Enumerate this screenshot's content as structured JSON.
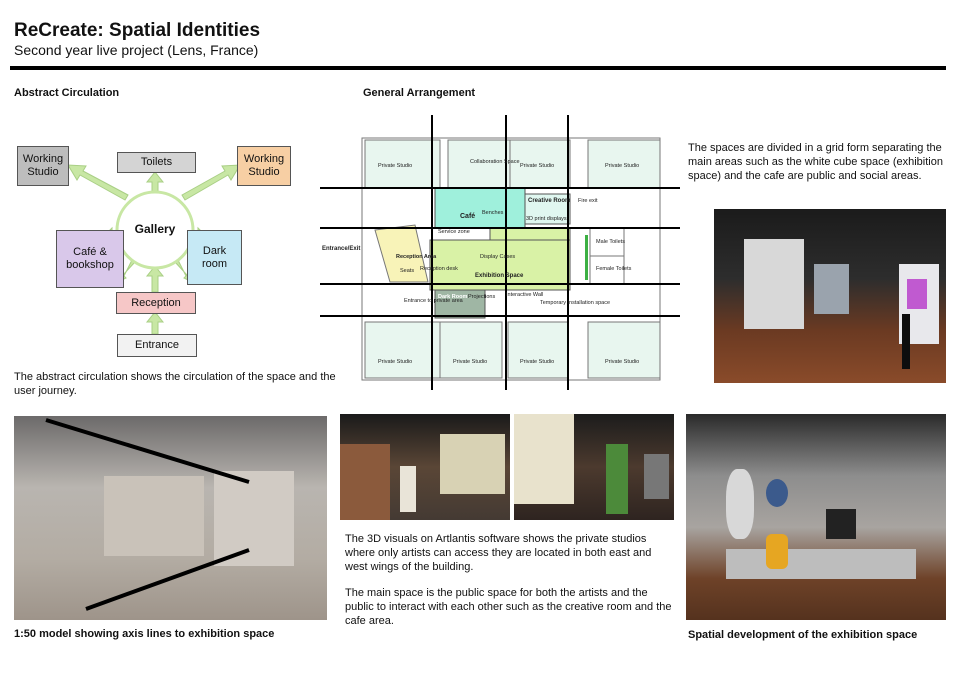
{
  "header": {
    "title": "ReCreate: Spatial Identities",
    "subtitle": "Second year live project (Lens, France)"
  },
  "sections": {
    "abstract_heading": "Abstract Circulation",
    "general_heading": "General Arrangement"
  },
  "circulation": {
    "gallery": "Gallery",
    "working_studio_left": "Working\nStudio",
    "toilets": "Toilets",
    "working_studio_right": "Working\nStudio",
    "cafe": "Café &\nbookshop",
    "dark_room": "Dark\nroom",
    "reception": "Reception",
    "entrance": "Entrance",
    "colors": {
      "working_studio_left": "#bdbdbd",
      "toilets": "#d4d4d4",
      "working_studio_right": "#f7cfa4",
      "cafe": "#d9c8ea",
      "dark_room": "#c6e9f5",
      "reception": "#f6c7c7",
      "entrance": "#f2f2f2",
      "arrows": "#c8e7a4"
    }
  },
  "texts": {
    "circulation_desc": "The abstract circulation shows the circulation of the space and the user journey.",
    "grid_desc": "The spaces are divided in a grid form separating the main areas such as the white cube space (exhibition space) and the cafe are public and social areas.",
    "visuals_desc1": "The 3D visuals on Artlantis software shows the private studios where only artists can access they are located in both east and west wings of the building.",
    "visuals_desc2": "The main space is the public space for both the artists and the public to interact with each other such as the creative room and the cafe area."
  },
  "captions": {
    "model": "1:50 model showing axis lines to exhibition space",
    "spatial": "Spatial development of the exhibition space"
  },
  "plan_labels": {
    "private_studio": "Private Studio",
    "collab": "Collaboration Space",
    "cafe": "Café",
    "creative": "Creative Room",
    "entrance_exit": "Entrance/Exit",
    "reception": "Reception Area",
    "exhibition": "Exhibition Space",
    "dark_room": "Dark Room",
    "male_toilets": "Male Toilets",
    "female_toilets": "Female Toilets",
    "display_cases": "Display Cases",
    "benches": "Benches",
    "seats": "Seats",
    "projections": "Projections",
    "interactive_wall": "Interactive Wall",
    "temporary_installation": "Temporary Installation space",
    "entrance_private": "Entrance to private area",
    "fire_exit": "Fire exit",
    "service_zone": "Service zone",
    "reception_desk": "Reception desk",
    "print_displays": "3D print displays"
  }
}
